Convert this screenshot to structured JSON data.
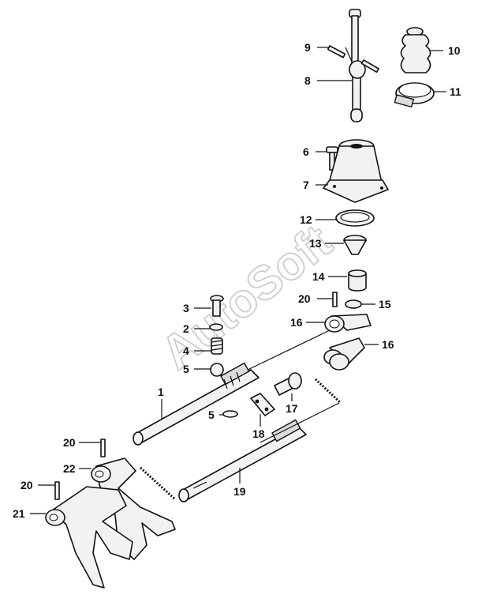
{
  "diagram": {
    "watermark": "AutoSoft",
    "callouts": [
      {
        "id": "c9",
        "label": "9"
      },
      {
        "id": "c8",
        "label": "8"
      },
      {
        "id": "c10",
        "label": "10"
      },
      {
        "id": "c11",
        "label": "11"
      },
      {
        "id": "c6",
        "label": "6"
      },
      {
        "id": "c7",
        "label": "7"
      },
      {
        "id": "c12",
        "label": "12"
      },
      {
        "id": "c13",
        "label": "13"
      },
      {
        "id": "c14",
        "label": "14"
      },
      {
        "id": "c20a",
        "label": "20"
      },
      {
        "id": "c15",
        "label": "15"
      },
      {
        "id": "c3",
        "label": "3"
      },
      {
        "id": "c16a",
        "label": "16"
      },
      {
        "id": "c2",
        "label": "2"
      },
      {
        "id": "c16b",
        "label": "16"
      },
      {
        "id": "c4",
        "label": "4"
      },
      {
        "id": "c5a",
        "label": "5"
      },
      {
        "id": "c1",
        "label": "1"
      },
      {
        "id": "c5b",
        "label": "5"
      },
      {
        "id": "c17",
        "label": "17"
      },
      {
        "id": "c18",
        "label": "18"
      },
      {
        "id": "c20b",
        "label": "20"
      },
      {
        "id": "c22",
        "label": "22"
      },
      {
        "id": "c19",
        "label": "19"
      },
      {
        "id": "c20c",
        "label": "20"
      },
      {
        "id": "c21",
        "label": "21"
      }
    ]
  }
}
